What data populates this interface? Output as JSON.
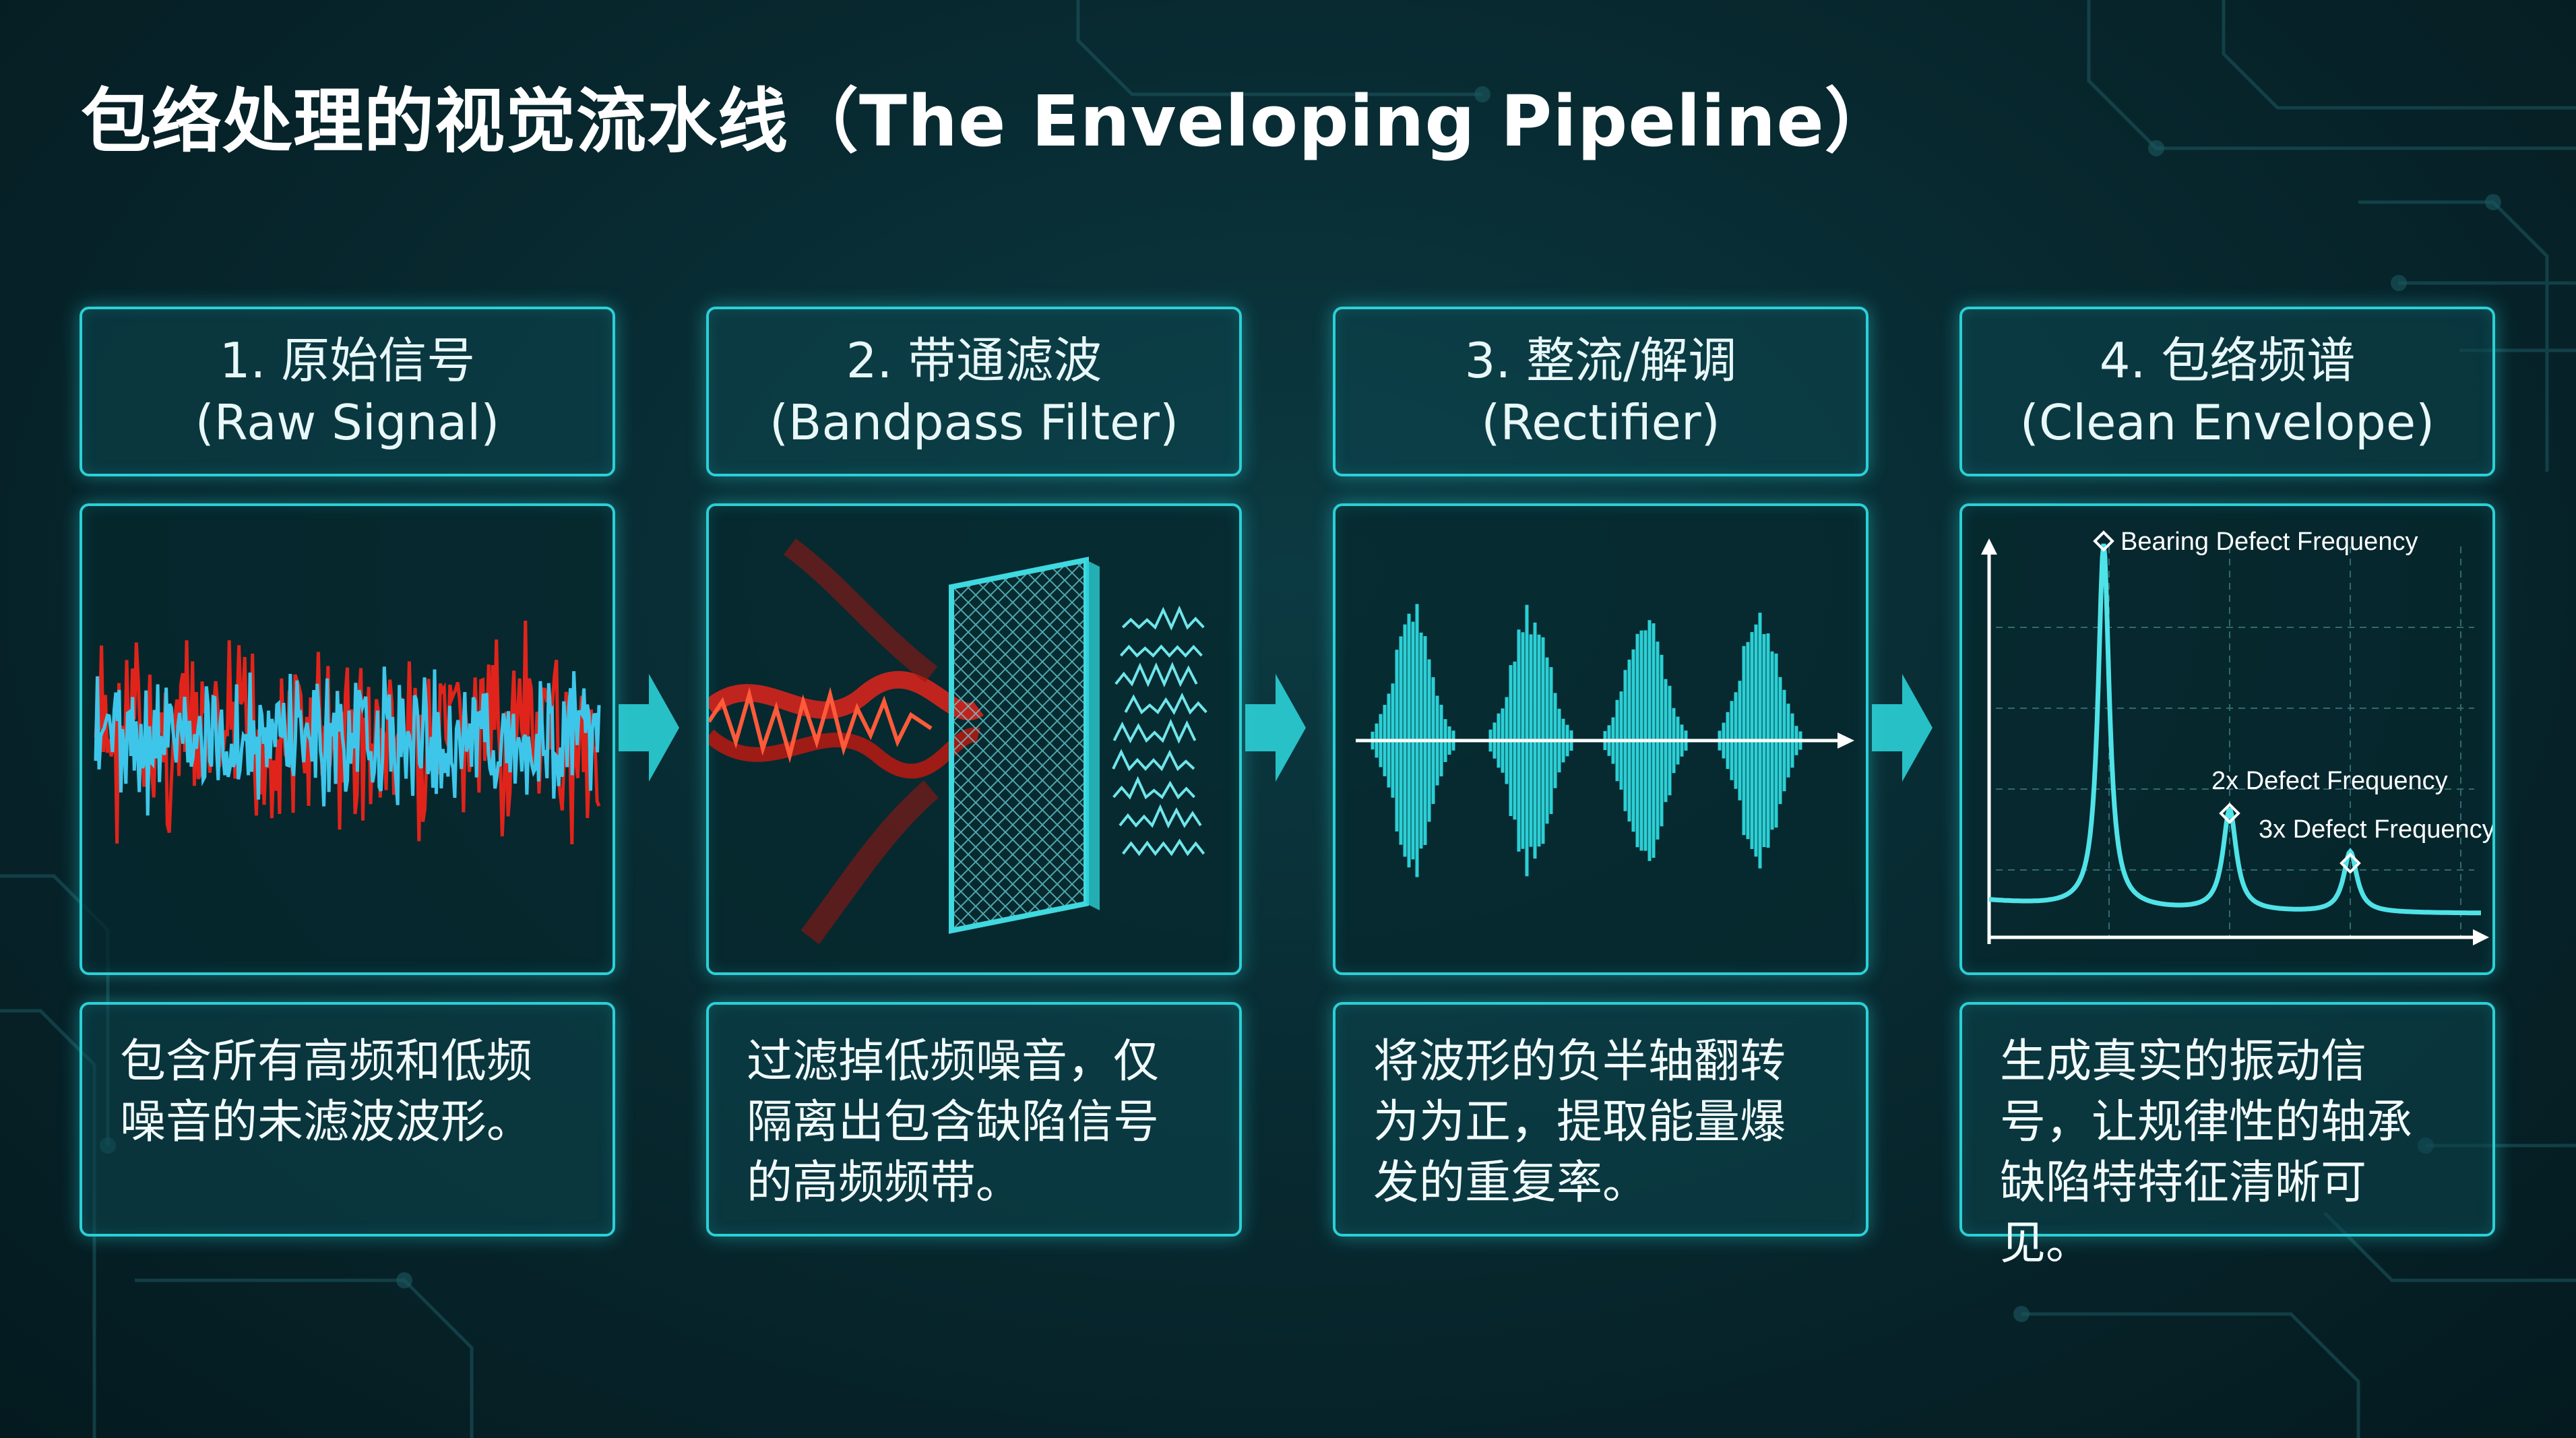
{
  "title": "包络处理的视觉流水线（The Enveloping Pipeline）",
  "colors": {
    "accent": "#2bd0d6",
    "noise": "#e0241b",
    "signal": "#39c7e6"
  },
  "stages": [
    {
      "title_cn": "1. 原始信号",
      "title_en": "(Raw Signal)",
      "description": "包含所有高频和低频噪音的未滤波波形。"
    },
    {
      "title_cn": "2. 带通滤波",
      "title_en": "(Bandpass Filter)",
      "description": "过滤掉低频噪音，仅隔离出包含缺陷信号的高频频带。"
    },
    {
      "title_cn": "3. 整流/解调",
      "title_en": "(Rectifier)",
      "description": "将波形的负半轴翻转为为正，提取能量爆发的重复率。"
    },
    {
      "title_cn": "4. 包络频谱",
      "title_en": "(Clean Envelope)",
      "description": "生成真实的振动信号，让规律性的轴承缺陷特特征清晰可见。"
    }
  ],
  "chart_data": {
    "type": "line",
    "annotations": [
      "Bearing Defect Frequency",
      "2x Defect Frequency",
      "3x Defect Frequency"
    ]
  }
}
